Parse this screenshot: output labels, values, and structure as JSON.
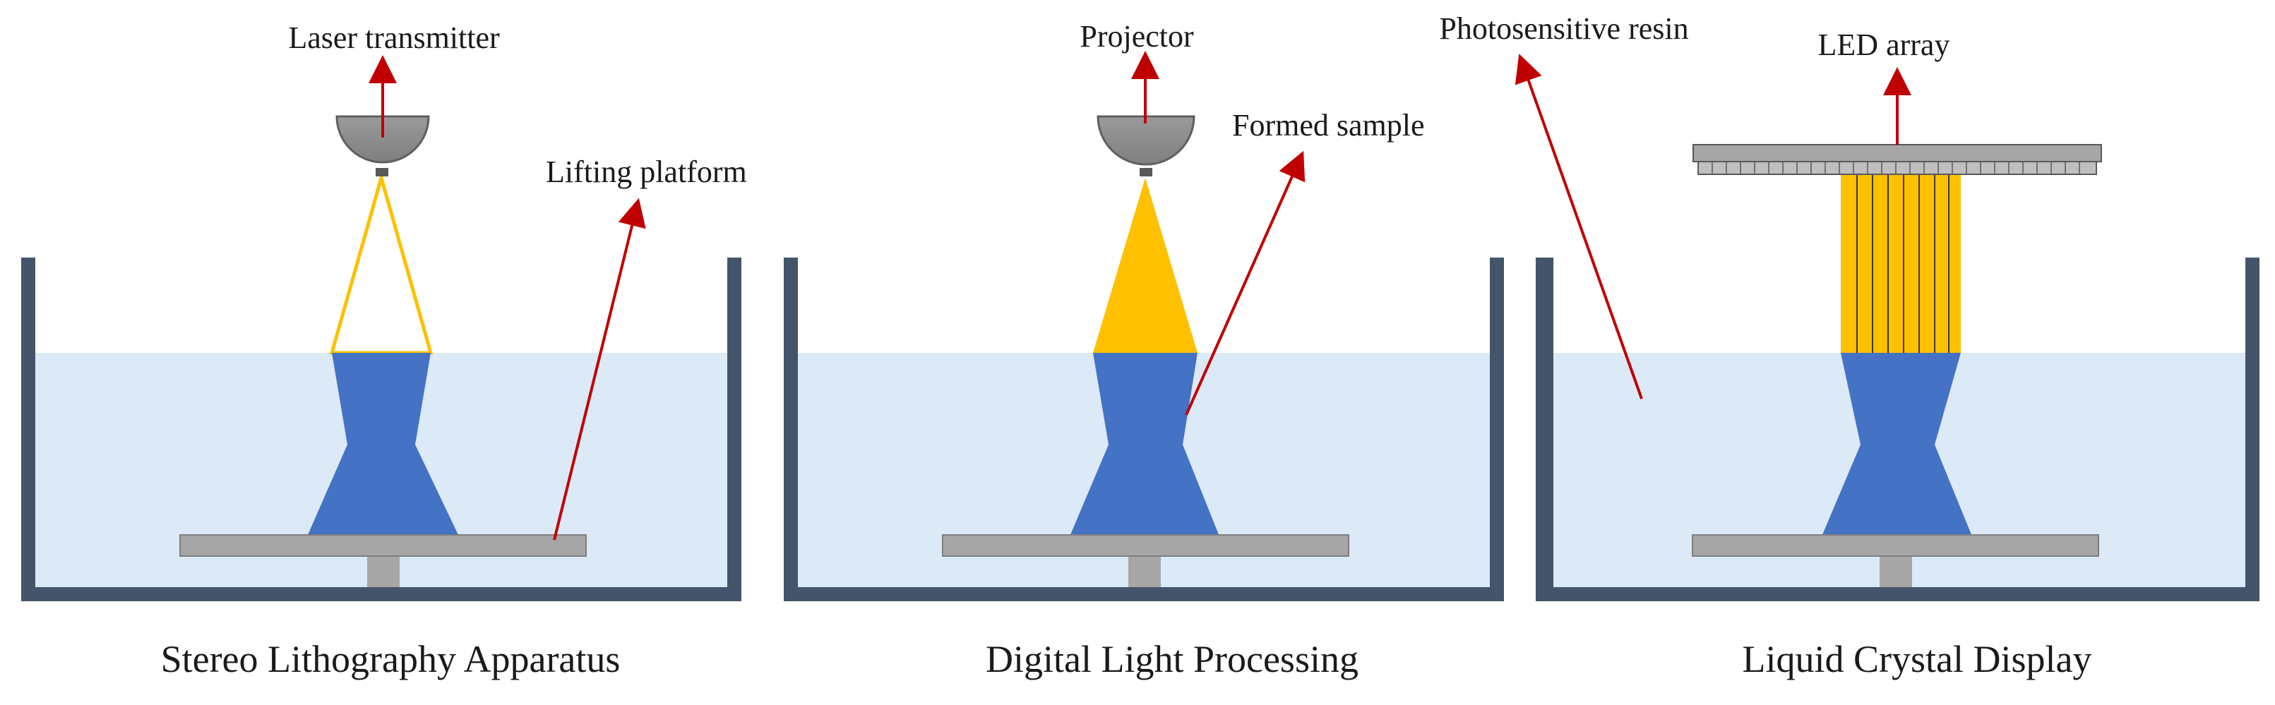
{
  "colors": {
    "tank": "#44546A",
    "resin": "#DCE9F6",
    "sample": "#4472C4",
    "light": "#FFC000",
    "platform": "#A6A6A6",
    "arrow": "#C00000"
  },
  "panels": [
    {
      "id": "sla",
      "title": "Stereo Lithography Apparatus"
    },
    {
      "id": "dlp",
      "title": "Digital Light Processing"
    },
    {
      "id": "lcd",
      "title": "Liquid Crystal Display"
    }
  ],
  "labels": {
    "laser_transmitter": "Laser transmitter",
    "lifting_platform": "Lifting platform",
    "projector": "Projector",
    "formed_sample": "Formed sample",
    "photosensitive_resin": "Photosensitive resin",
    "led_array": "LED array"
  }
}
